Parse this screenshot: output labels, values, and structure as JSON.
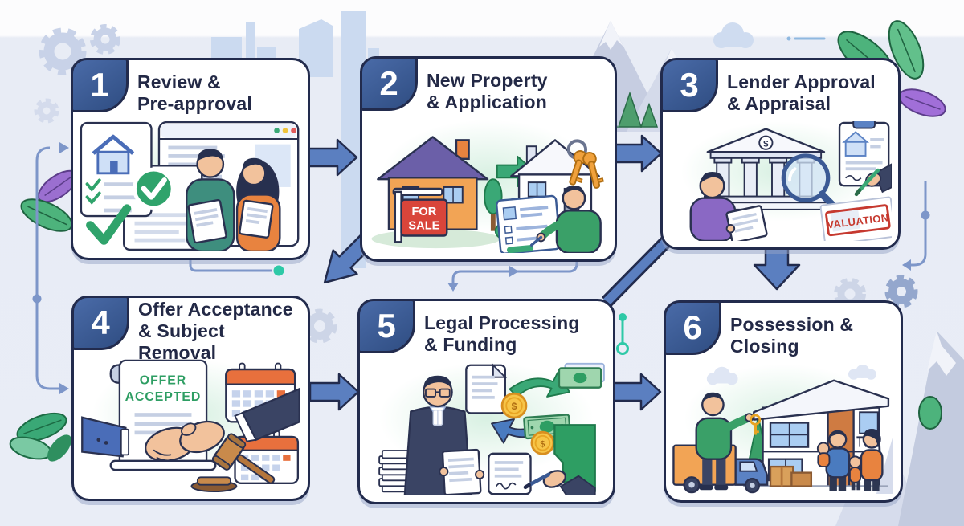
{
  "steps": [
    {
      "number": "1",
      "lines": [
        "Review &",
        "Pre-approval"
      ]
    },
    {
      "number": "2",
      "lines": [
        "New Property",
        "& Application"
      ]
    },
    {
      "number": "3",
      "lines": [
        "Lender Approval",
        "& Appraisal"
      ]
    },
    {
      "number": "4",
      "lines": [
        "Offer Acceptance",
        "& Subject Removal"
      ]
    },
    {
      "number": "5",
      "lines": [
        "Legal Processing",
        "& Funding"
      ]
    },
    {
      "number": "6",
      "lines": [
        "Possession & Closing"
      ]
    }
  ],
  "labels": {
    "for_sale": [
      "FOR",
      "SALE"
    ],
    "offer_accepted": [
      "OFFER",
      "ACCEPTED"
    ],
    "valuation": "VALUATION",
    "dollar": "$"
  },
  "colors": {
    "card_border": "#222b4d",
    "badge_blue": "#3a5a96",
    "title_navy": "#232946",
    "arrow_blue": "#5b7fc0",
    "connector_blue": "#7d96c9",
    "teal_accent": "#2ec9a7",
    "green": "#2fa36b",
    "orange": "#f2a455",
    "red": "#d9453a",
    "purple": "#8a68c4"
  }
}
